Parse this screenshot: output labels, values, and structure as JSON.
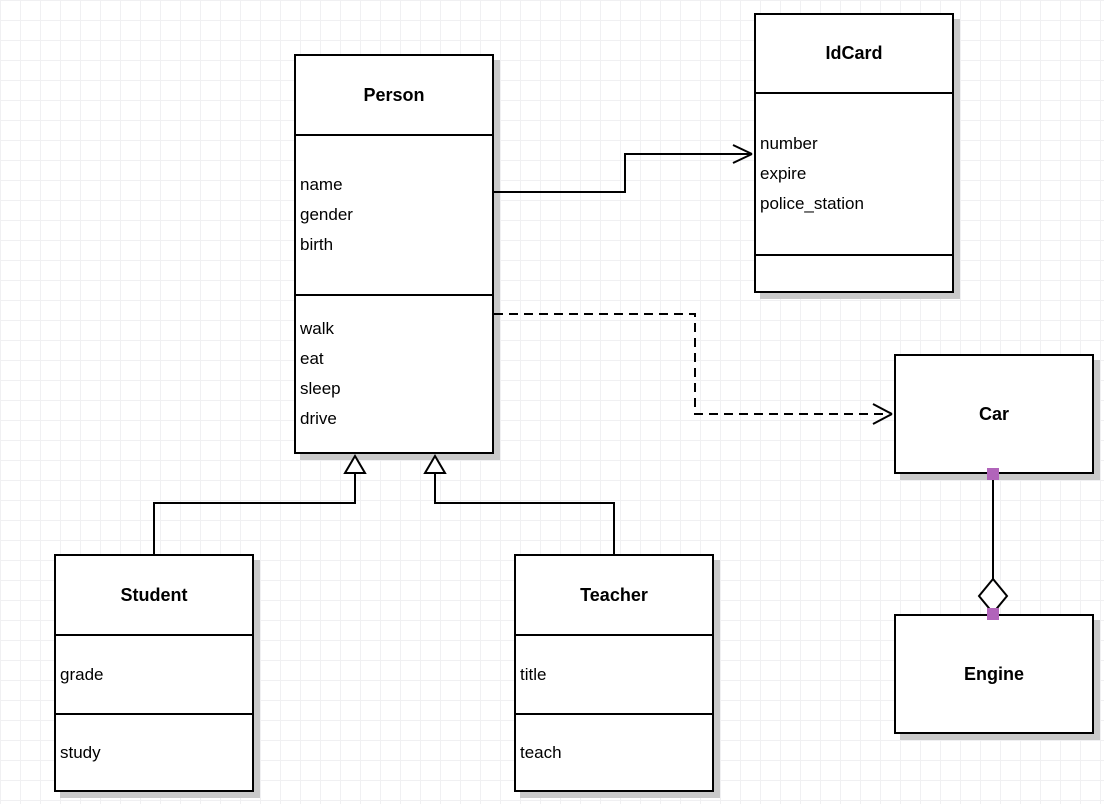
{
  "classes": {
    "person": {
      "title": "Person",
      "attributes": [
        "name",
        "gender",
        "birth"
      ],
      "methods": [
        "walk",
        "eat",
        "sleep",
        "drive"
      ]
    },
    "idcard": {
      "title": "IdCard",
      "attributes": [
        "number",
        "expire",
        "police_station"
      ],
      "methods": []
    },
    "car": {
      "title": "Car",
      "attributes": [],
      "methods": []
    },
    "engine": {
      "title": "Engine",
      "attributes": [],
      "methods": []
    },
    "student": {
      "title": "Student",
      "attributes": [
        "grade"
      ],
      "methods": [
        "study"
      ]
    },
    "teacher": {
      "title": "Teacher",
      "attributes": [
        "title"
      ],
      "methods": [
        "teach"
      ]
    }
  },
  "relations": [
    {
      "from": "Person",
      "to": "IdCard",
      "type": "association",
      "line": "solid",
      "arrow": "open"
    },
    {
      "from": "Person",
      "to": "Car",
      "type": "dependency",
      "line": "dashed",
      "arrow": "open"
    },
    {
      "from": "Student",
      "to": "Person",
      "type": "generalization",
      "line": "solid",
      "arrow": "hollow-triangle"
    },
    {
      "from": "Teacher",
      "to": "Person",
      "type": "generalization",
      "line": "solid",
      "arrow": "hollow-triangle"
    },
    {
      "from": "Engine",
      "to": "Car",
      "type": "aggregation",
      "line": "solid",
      "arrow": "hollow-diamond",
      "selected": true
    }
  ],
  "colors": {
    "stroke_color": "#000000",
    "box_fill": "#ffffff",
    "shadow_color": "#c9c9c9",
    "grid_line_color": "#f0f0f2",
    "handle_color": "#b164ba"
  }
}
